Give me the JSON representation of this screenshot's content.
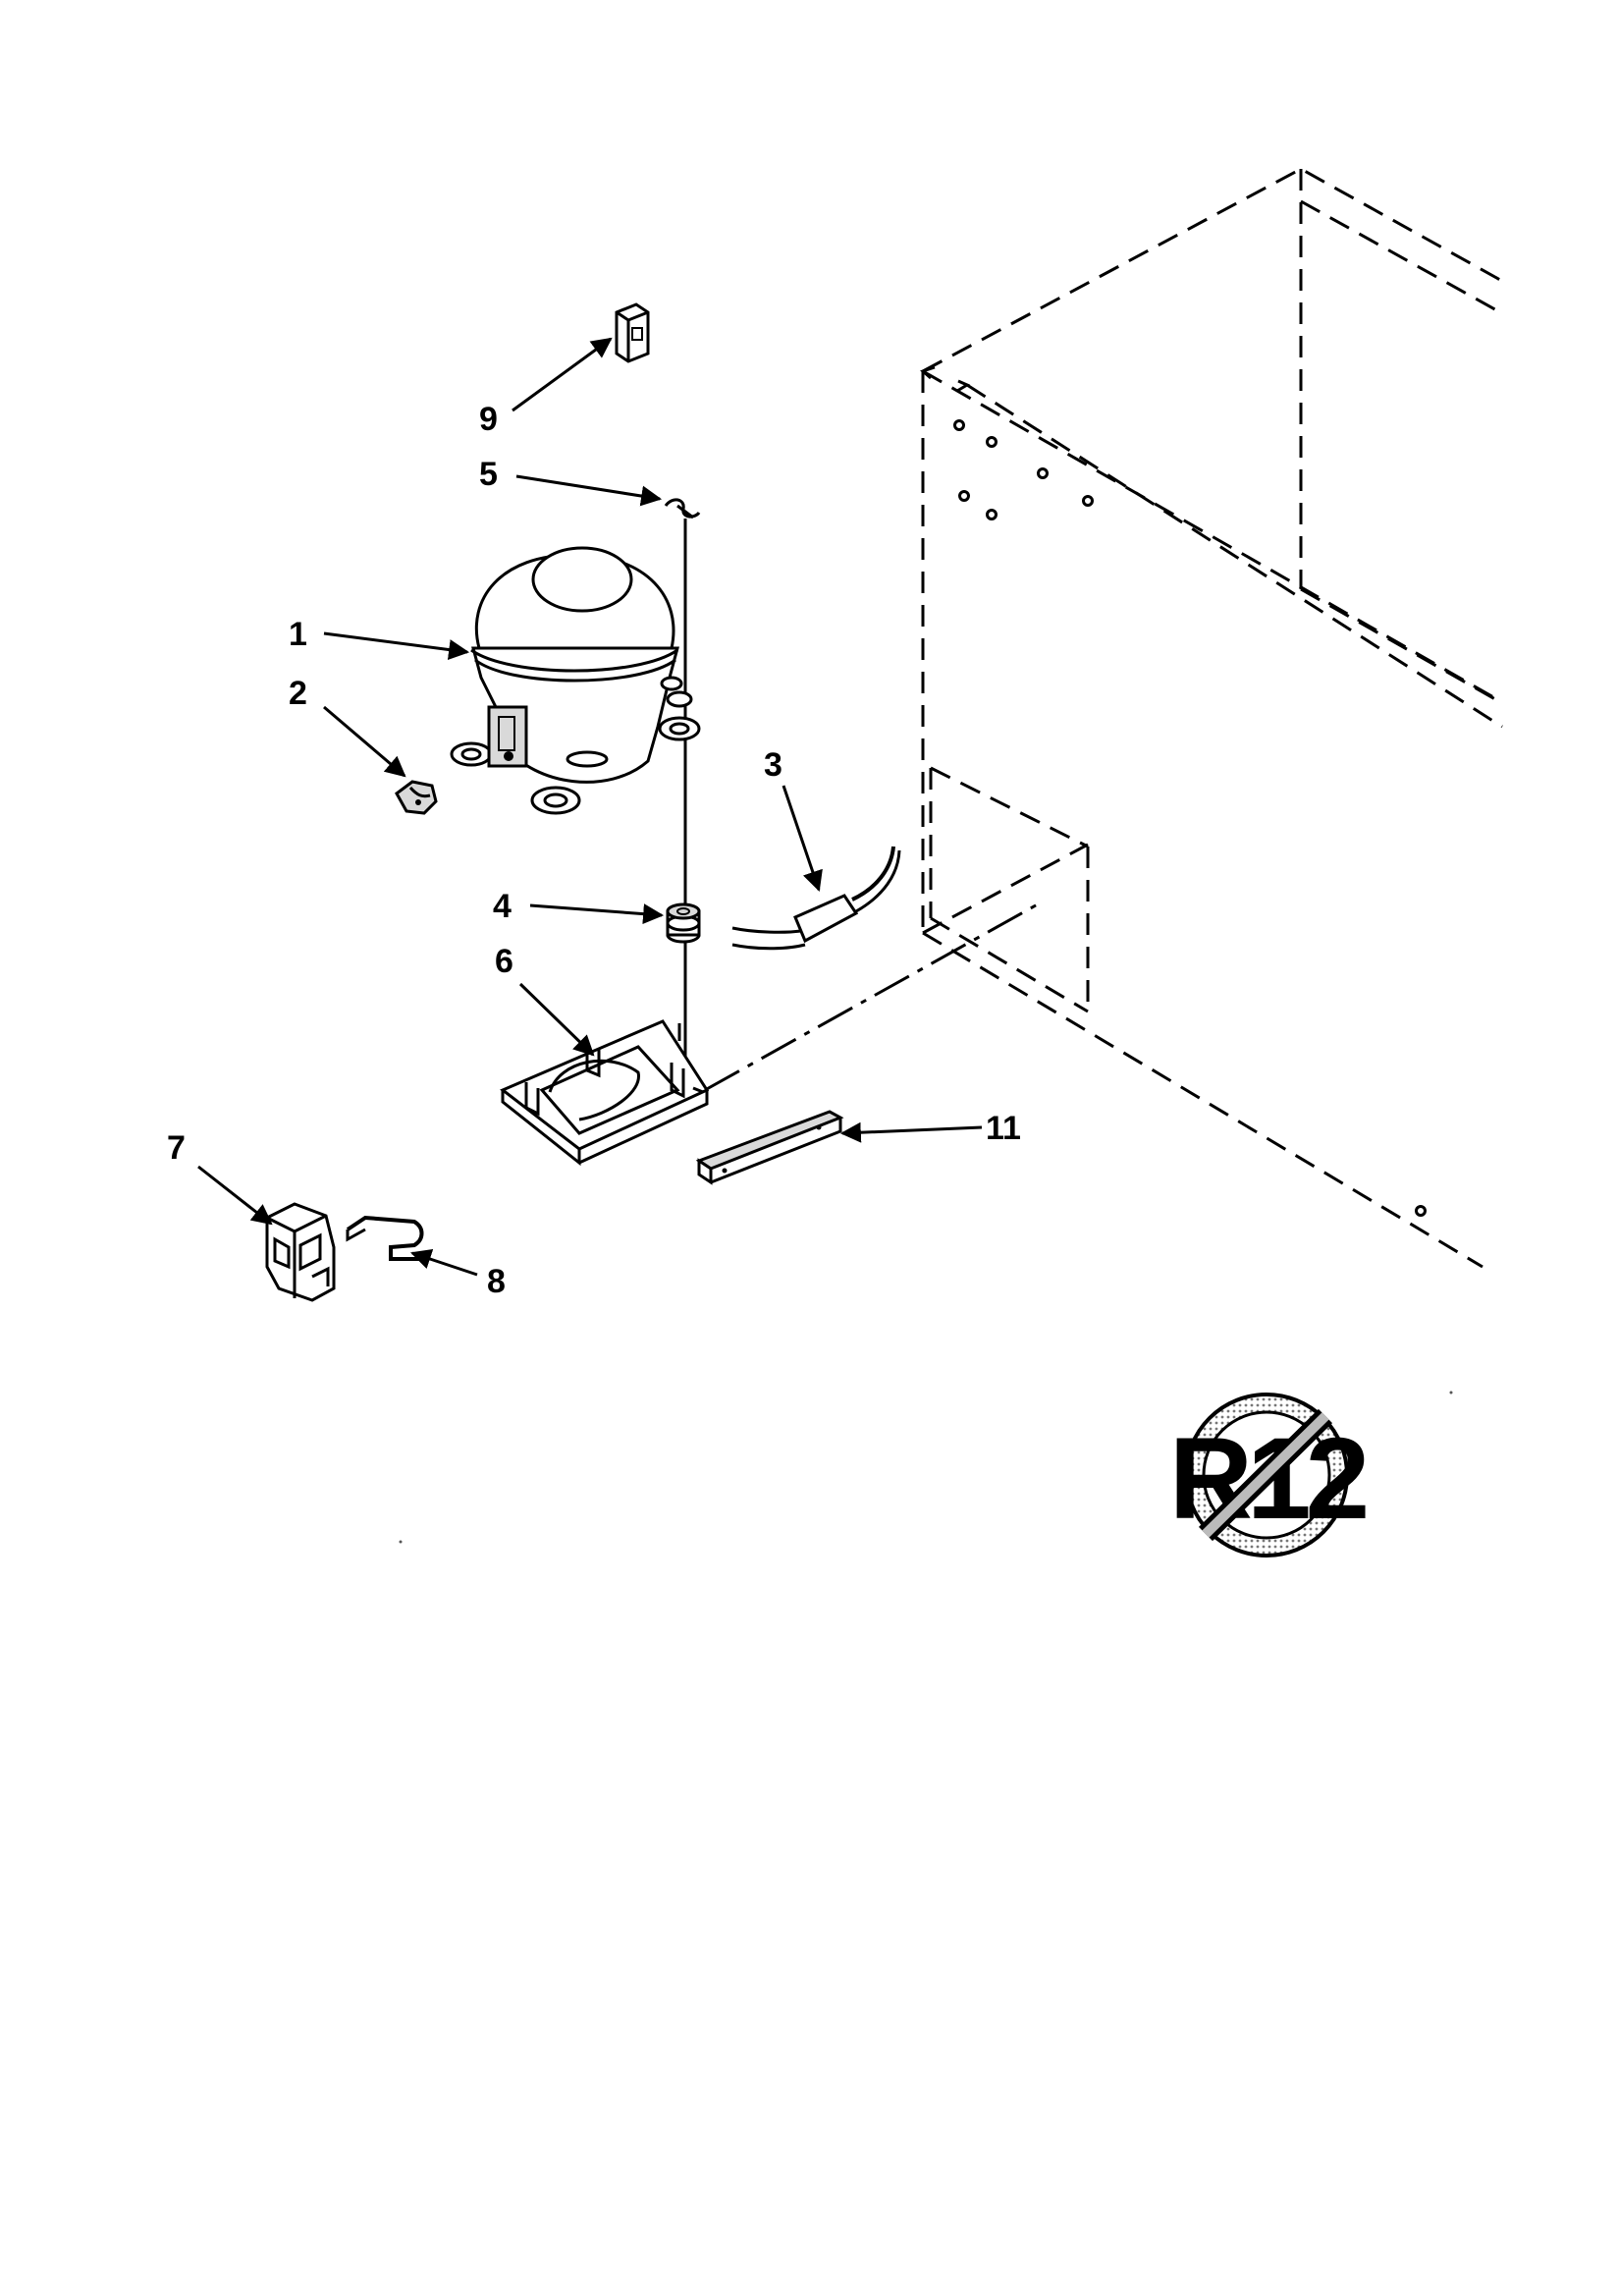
{
  "callouts": {
    "c1": "1",
    "c2": "2",
    "c3": "3",
    "c4": "4",
    "c5": "5",
    "c6": "6",
    "c7": "7",
    "c8": "8",
    "c9": "9",
    "c11": "11"
  },
  "badge": {
    "text": "R12",
    "icon": "no-r12-refrigerant-icon"
  },
  "colors": {
    "ink": "#000000",
    "paper": "#ffffff"
  }
}
